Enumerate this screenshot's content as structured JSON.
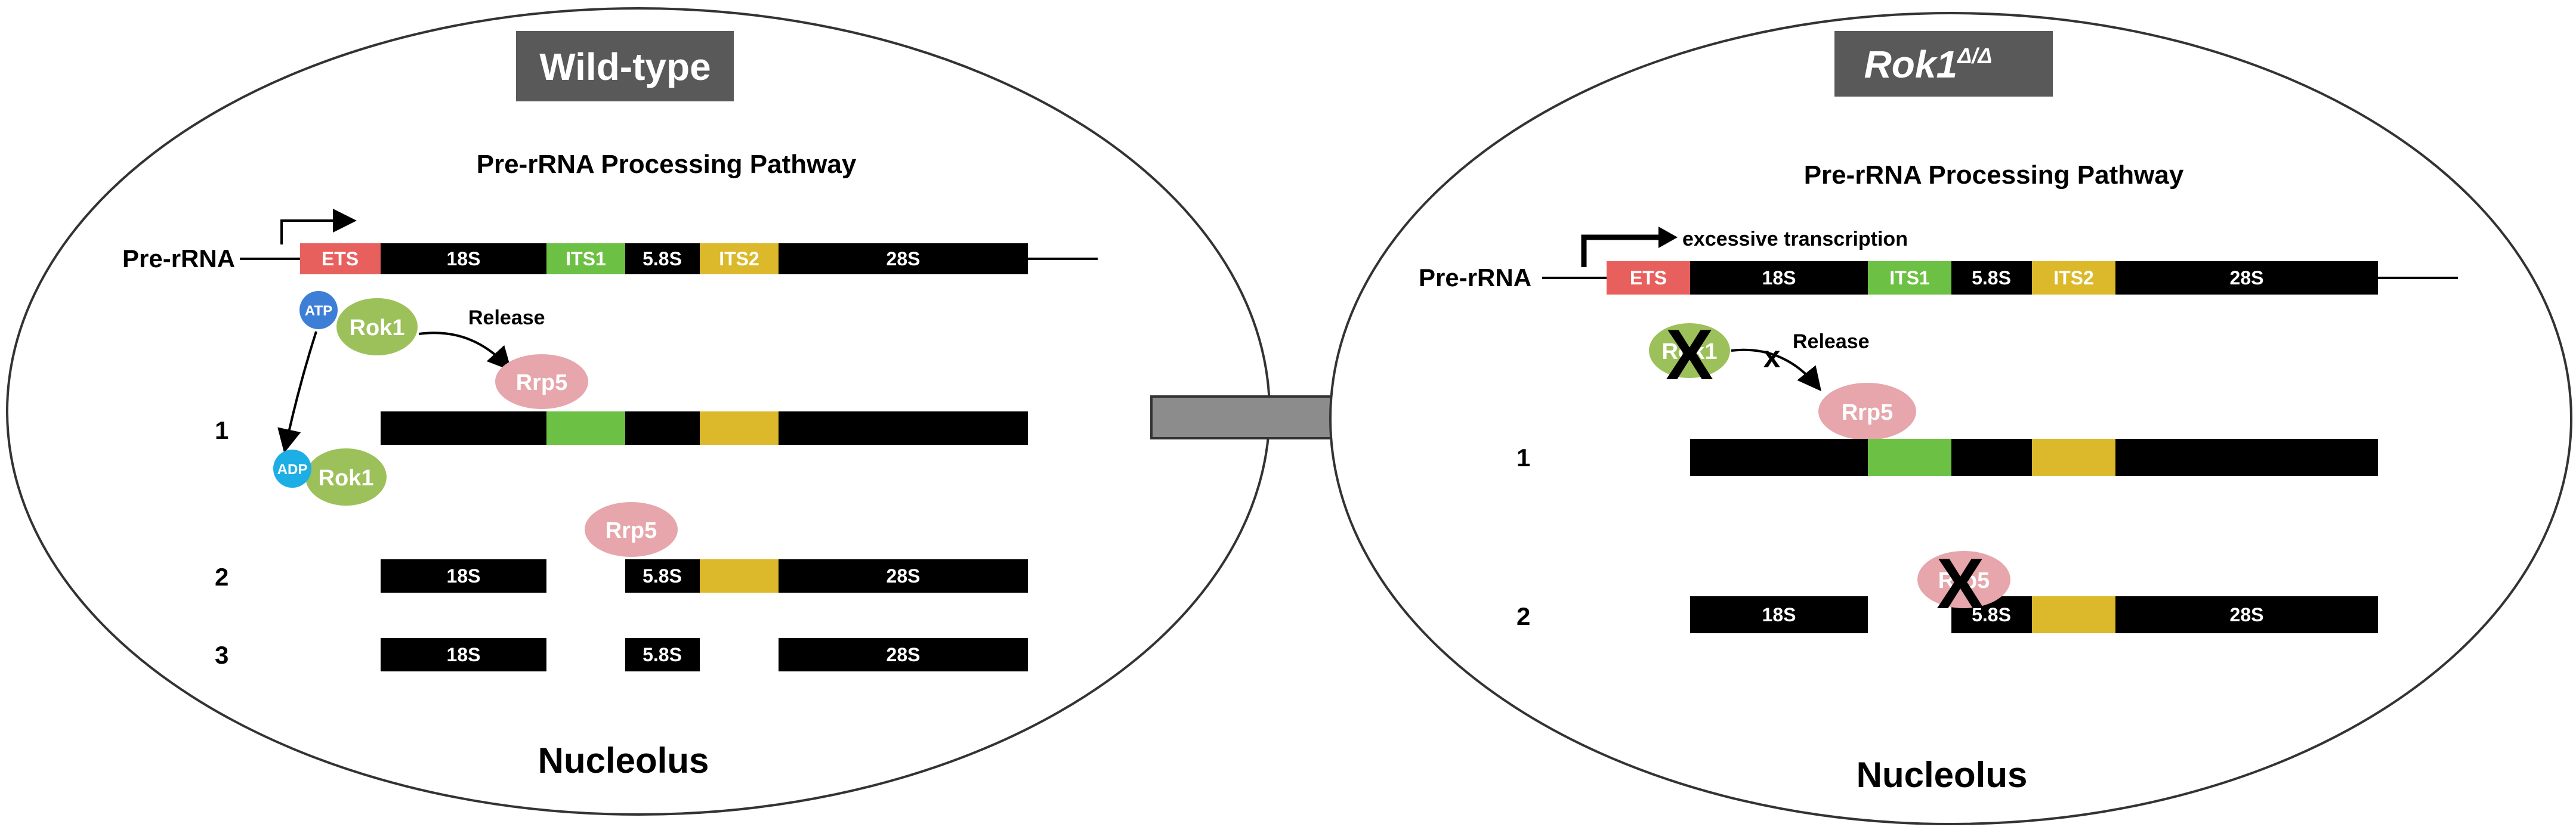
{
  "left_panel": {
    "badge": "Wild-type",
    "heading": "Pre-rRNA Processing Pathway",
    "prerna_label": "Pre-rRNA",
    "segments": {
      "ets": "ETS",
      "s18": "18S",
      "its1": "ITS1",
      "s58": "5.8S",
      "its2": "ITS2",
      "s28": "28S"
    },
    "atp": "ATP",
    "adp": "ADP",
    "rok1": "Rok1",
    "release": "Release",
    "rrp5": "Rrp5",
    "step1": "1",
    "step2": "2",
    "step3": "3",
    "nucleolus": "Nucleolus"
  },
  "right_panel": {
    "badge_main": "Rok1",
    "badge_sup": "Δ/Δ",
    "heading": "Pre-rRNA Processing Pathway",
    "transcription": "excessive transcription",
    "prerna_label": "Pre-rRNA",
    "segments": {
      "ets": "ETS",
      "s18": "18S",
      "its1": "ITS1",
      "s58": "5.8S",
      "its2": "ITS2",
      "s28": "28S"
    },
    "rok1": "Rok1",
    "release": "Release",
    "blocked_mark": "x",
    "rrp5": "Rrp5",
    "deletion_mark": "X",
    "step1": "1",
    "step2": "2",
    "nucleolus": "Nucleolus"
  },
  "colors": {
    "ets": "#e8605e",
    "rna": "#000000",
    "its1": "#6cc043",
    "its2": "#dcb92a",
    "rok1": "#9dc15a",
    "rrp5": "#e6a6ab",
    "atp": "#3d7fd6",
    "adp": "#1eaee6",
    "badge": "#595959",
    "arrow": "#8c8c8c"
  }
}
